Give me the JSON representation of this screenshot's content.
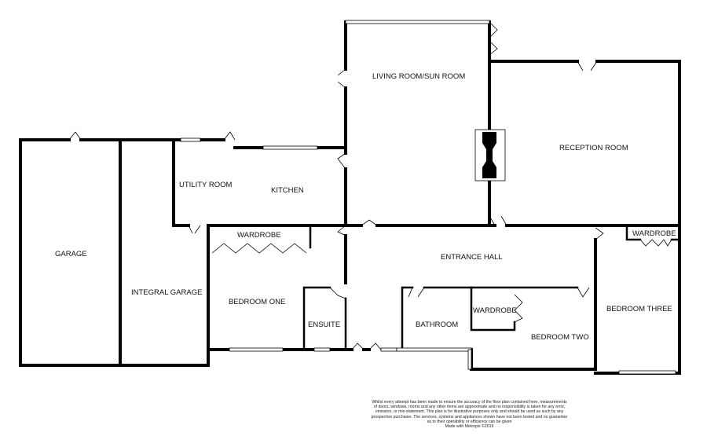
{
  "rooms": {
    "garage": "GARAGE",
    "integral_garage": "INTEGRAL GARAGE",
    "utility_room": "UTILITY ROOM",
    "kitchen": "KITCHEN",
    "living_room": "LIVING ROOM/SUN ROOM",
    "reception_room": "RECEPTION ROOM",
    "entrance_hall": "ENTRANCE HALL",
    "wardrobe_1": "WARDROBE",
    "wardrobe_2": "WARDROBE",
    "wardrobe_3": "WARDROBE",
    "bedroom_one": "BEDROOM ONE",
    "ensuite": "ENSUITE",
    "bathroom": "BATHROOM",
    "bedroom_two": "BEDROOM TWO",
    "bedroom_three": "BEDROOM THREE"
  },
  "disclaimer": {
    "line1": "Whilst every attempt has been made to ensure the accuracy of the floor plan contained here, measurements",
    "line2": "of doors, windows, rooms and any other items are approximate and no responsibility is taken for any error,",
    "line3": "omission, or mis-statement. This plan is for illustrative purposes only and should be used as such by any",
    "line4": "prospective purchaser. The services, systems and appliances shown have not been tested and no guarantee",
    "line5": "as to their operability or efficiency can be given",
    "line6": "Made with Metropix ©2019"
  }
}
